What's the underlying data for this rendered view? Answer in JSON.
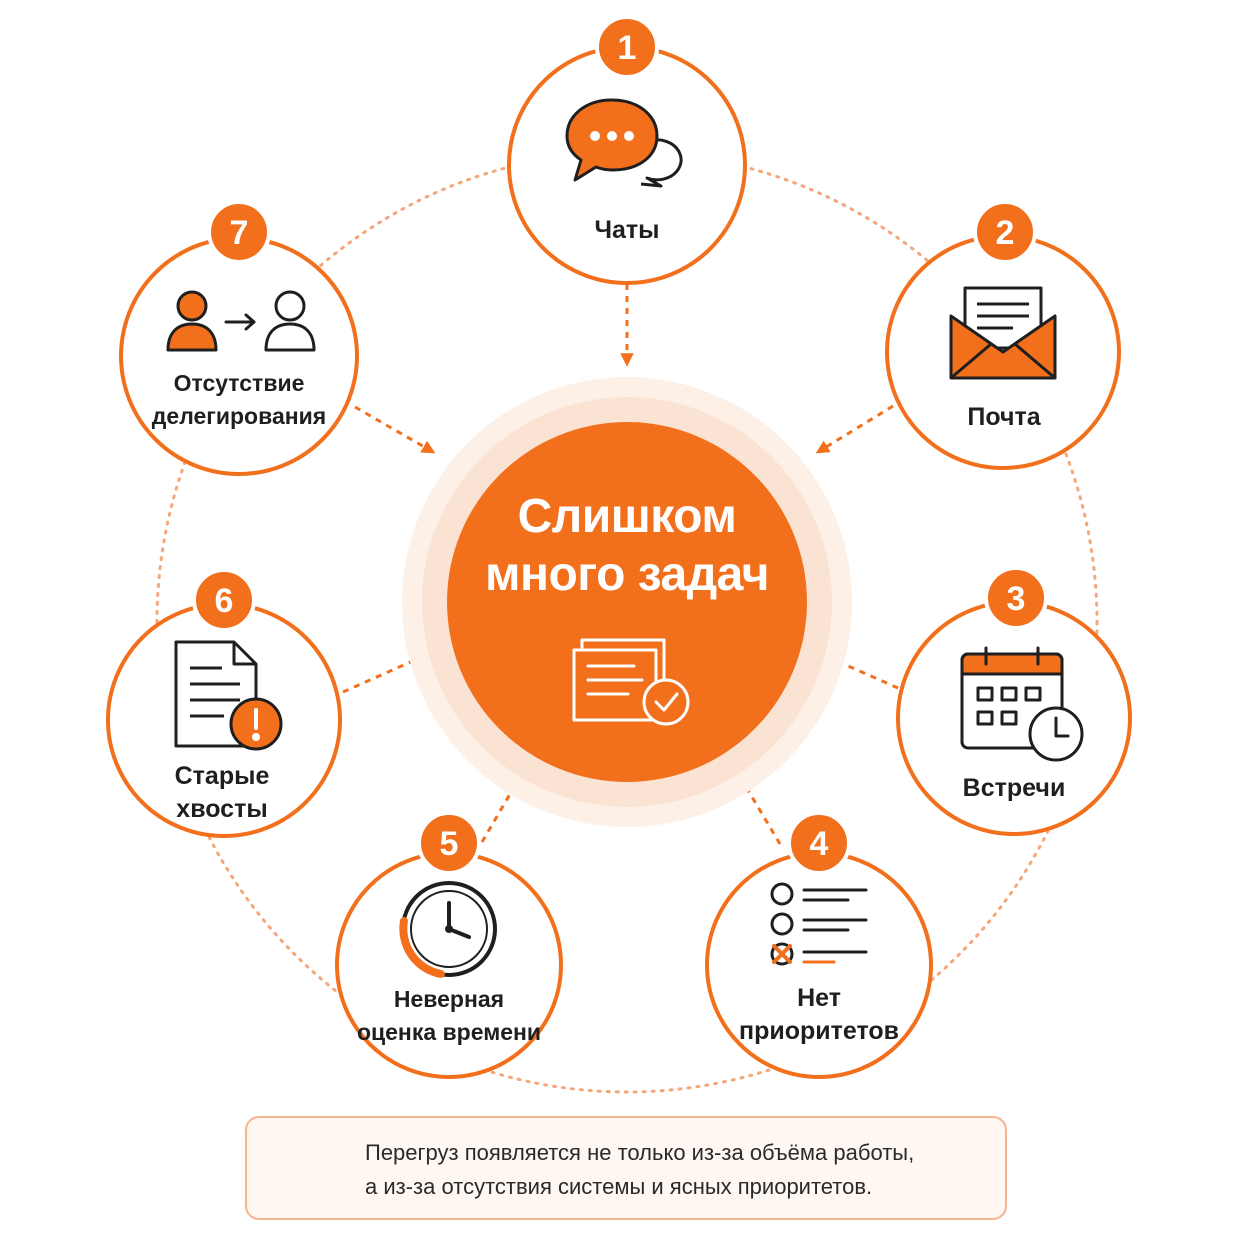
{
  "diagram": {
    "center": {
      "title": "Слишком\nмного задач",
      "icon": "task-list-check-icon"
    },
    "colors": {
      "accent": "#f26f1b",
      "accent_light": "#fde5d5",
      "text": "#1f1f1f",
      "line_gray": "#f3a77a"
    },
    "nodes": [
      {
        "number": "1",
        "label": "Чаты",
        "icon": "chat-bubbles-icon"
      },
      {
        "number": "2",
        "label": "Почта",
        "icon": "envelope-icon"
      },
      {
        "number": "3",
        "label": "Встречи",
        "icon": "calendar-clock-icon"
      },
      {
        "number": "4",
        "label": "Нет\nприоритетов",
        "icon": "checklist-icon"
      },
      {
        "number": "5",
        "label": "Неверная\nоценка времени",
        "icon": "clock-icon"
      },
      {
        "number": "6",
        "label": "Старые\nхвосты",
        "icon": "document-warning-icon"
      },
      {
        "number": "7",
        "label": "Отсутствие\nделегирования",
        "icon": "delegate-users-icon"
      }
    ]
  },
  "tip": {
    "icon": "lightbulb-icon",
    "text": "Перегруз появляется не только из-за объёма работы,\nа из-за отсутствия системы и ясных приоритетов."
  }
}
